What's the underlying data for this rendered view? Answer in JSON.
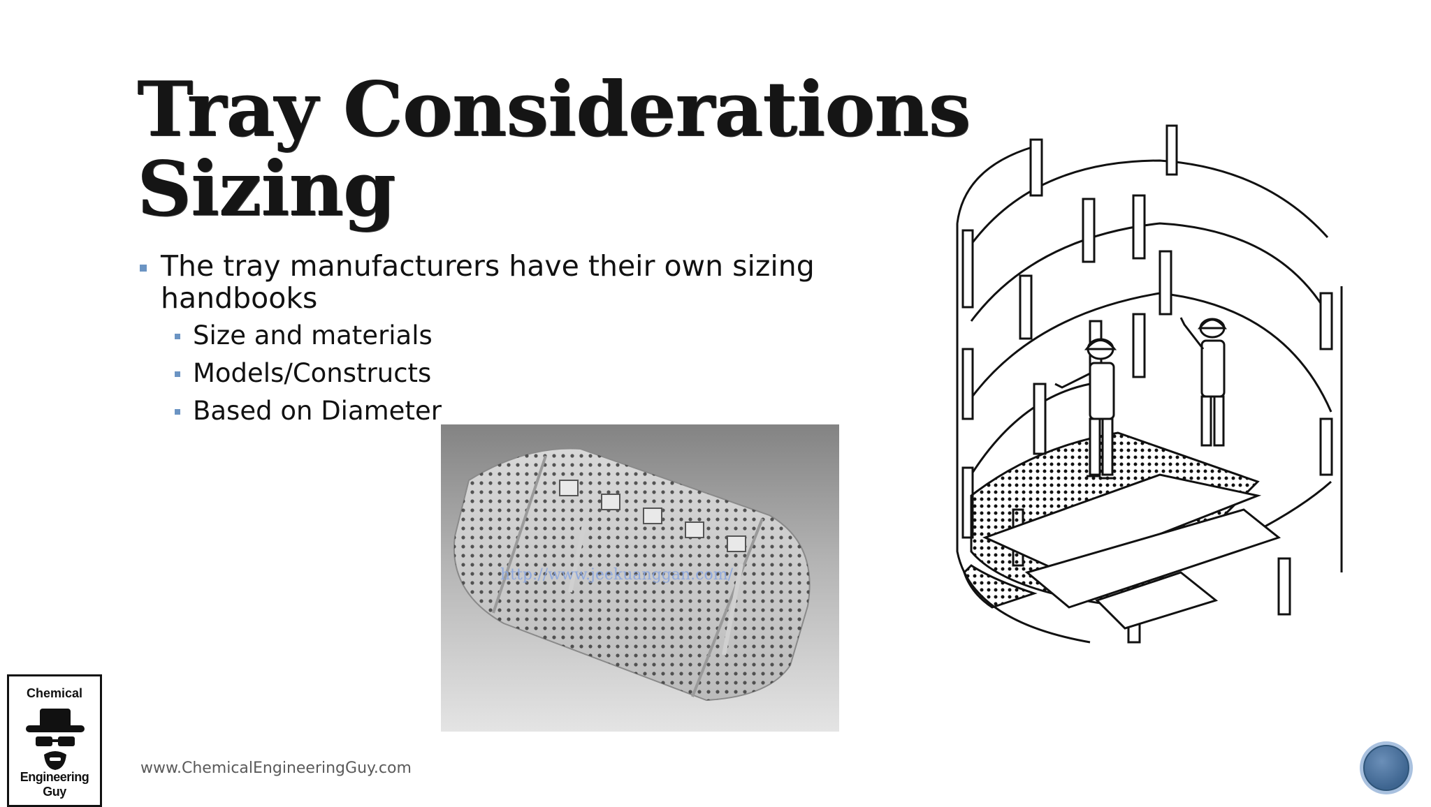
{
  "slide": {
    "title_line1": "Tray Considerations",
    "title_line2": "Sizing",
    "bullets": [
      {
        "text": "The tray manufacturers have their own sizing handbooks",
        "children": [
          "Size and materials",
          "Models/Constructs",
          "Based on Diameter"
        ]
      }
    ],
    "photo_watermark": "http://www.jeekuanggan.com/",
    "footer_url": "www.ChemicalEngineeringGuy.com",
    "logo": {
      "top_text": "Chemical",
      "bottom_text": "Engineering Guy"
    }
  },
  "colors": {
    "bullet": "#6b94c3",
    "title": "#151515",
    "nav_button": "#3e6590"
  },
  "icons": {
    "nav": "circle-nav-icon",
    "logo": "heisenberg-hat-icon"
  }
}
